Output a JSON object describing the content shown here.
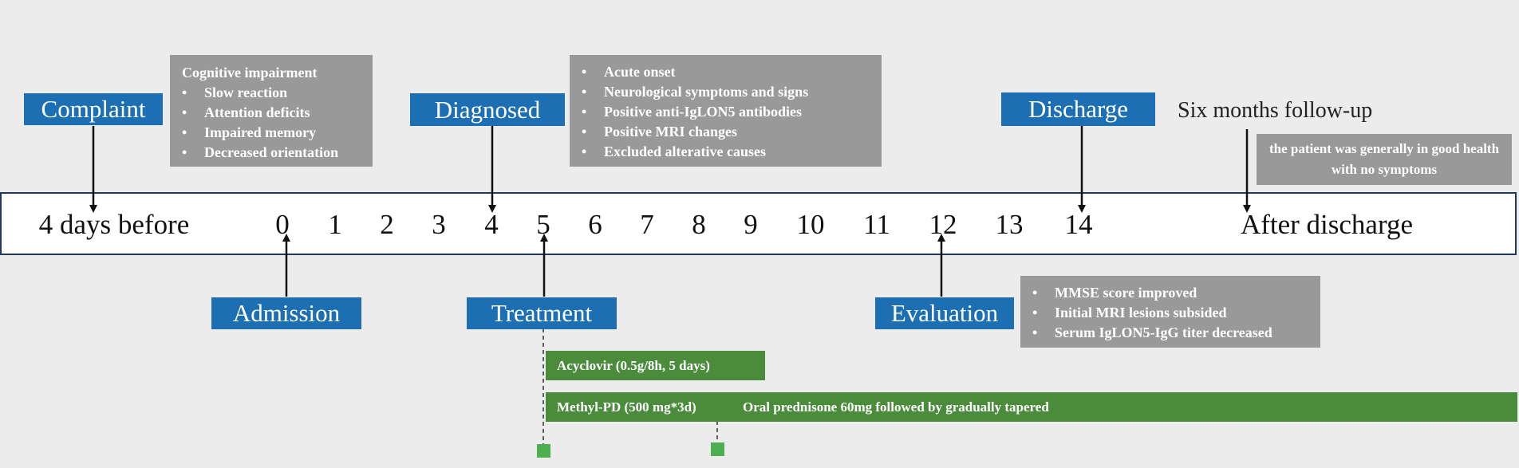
{
  "timeline": {
    "start_label": "4 days before",
    "end_label": "After discharge",
    "days": [
      "0",
      "1",
      "2",
      "3",
      "4",
      "5",
      "6",
      "7",
      "8",
      "9",
      "10",
      "11",
      "12",
      "13",
      "14"
    ]
  },
  "events": {
    "complaint": "Complaint",
    "admission": "Admission",
    "diagnosed": "Diagnosed",
    "treatment": "Treatment",
    "evaluation": "Evaluation",
    "discharge": "Discharge",
    "follow_up": "Six months follow-up"
  },
  "notes": {
    "complaint": {
      "heading": "Cognitive impairment",
      "items": [
        "Slow reaction",
        "Attention deficits",
        "Impaired memory",
        "Decreased orientation"
      ]
    },
    "diagnosis": {
      "items": [
        "Acute onset",
        "Neurological symptoms and signs",
        "Positive anti-IgLON5 antibodies",
        "Positive MRI changes",
        "Excluded alterative causes"
      ]
    },
    "evaluation": {
      "items": [
        "MMSE score improved",
        "Initial MRI lesions subsided",
        "Serum IgLON5-IgG titer decreased"
      ]
    },
    "follow_up": "the patient was generally in good health with no symptoms"
  },
  "treatments": {
    "acyclovir": "Acyclovir (0.5g/8h, 5 days)",
    "methyl_pd": "Methyl-PD (500 mg*3d)",
    "prednisone": "Oral prednisone 60mg followed by gradually tapered"
  },
  "colors": {
    "event_box": "#1c6fb3",
    "note_box": "#999999",
    "treatment_bar": "#4a8c3c",
    "marker": "#4caf50",
    "background": "#ececec"
  }
}
